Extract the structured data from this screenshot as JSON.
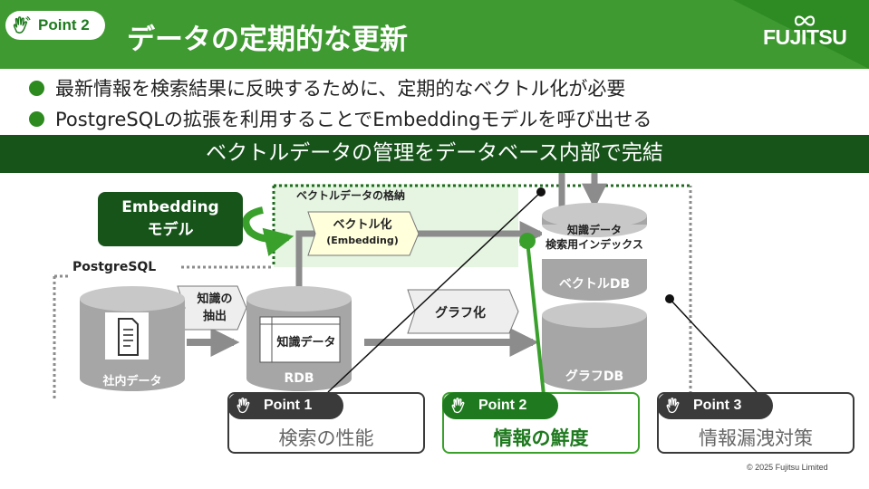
{
  "header": {
    "point_badge": "Point 2",
    "title": "データの定期的な更新",
    "logo_text": "FUJITSU"
  },
  "bullets": [
    "最新情報を検索結果に反映するために、定期的なベクトル化が必要",
    "PostgreSQLの拡張を利用することでEmbeddingモデルを呼び出せる"
  ],
  "banner": "ベクトルデータの管理をデータベース内部で完結",
  "diagram": {
    "embedding_model": [
      "Embedding",
      "モデル"
    ],
    "vector_storage_label": "ベクトルデータの格納",
    "postgresql_label": "PostgreSQL",
    "vectorize": [
      "ベクトル化",
      "(Embedding)"
    ],
    "extract": [
      "知識の",
      "抽出"
    ],
    "graphify": "グラフ化",
    "internal_data": "社内データ",
    "rdb": "RDB",
    "knowledge_data": "知識データ",
    "vector_db": "ベクトルDB",
    "vector_db_content": [
      "知識データ",
      "検索用インデックス"
    ],
    "graph_db": "グラフDB"
  },
  "points": [
    {
      "badge": "Point 1",
      "text": "検索の性能"
    },
    {
      "badge": "Point 2",
      "text": "情報の鮮度"
    },
    {
      "badge": "Point 3",
      "text": "情報漏洩対策"
    }
  ],
  "colors": {
    "header_green": "#3f9a31",
    "banner_green": "#17541a",
    "accent_green": "#39a12a",
    "db_gray": "#a6a6a6"
  },
  "copyright": "© 2025 Fujitsu Limited"
}
